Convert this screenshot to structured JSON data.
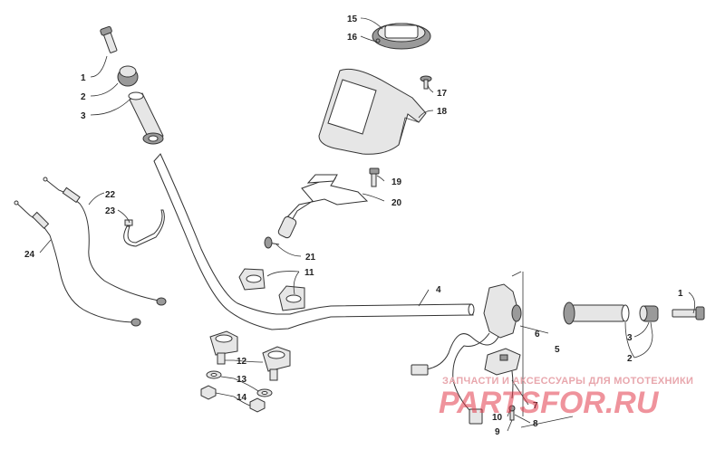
{
  "callouts": {
    "c1_left": "1",
    "c2_left": "2",
    "c3_left": "3",
    "c1_right": "1",
    "c2_right": "2",
    "c3_right": "3",
    "c4": "4",
    "c5": "5",
    "c6": "6",
    "c7": "7",
    "c8": "8",
    "c9": "9",
    "c10": "10",
    "c11": "11",
    "c12": "12",
    "c13": "13",
    "c14": "14",
    "c15": "15",
    "c16": "16",
    "c17": "17",
    "c18": "18",
    "c19": "19",
    "c20": "20",
    "c21": "21",
    "c22": "22",
    "c23": "23",
    "c24": "24"
  },
  "watermark": {
    "tagline": "ЗАПЧАСТИ И АКСЕССУАРЫ ДЛЯ МОТОТЕХНИКИ",
    "brand": "PARTSFOR.RU"
  },
  "colors": {
    "line": "#333333",
    "watermark_red": "#e23a4b",
    "background": "#ffffff"
  }
}
